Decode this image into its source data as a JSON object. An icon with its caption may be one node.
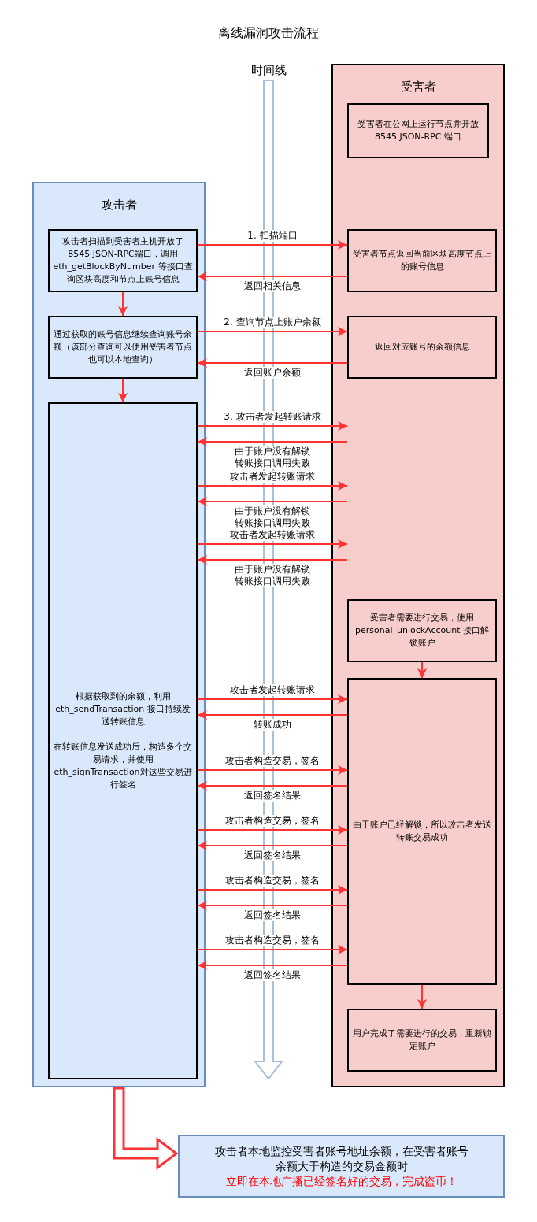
{
  "diagram": {
    "title": "离线漏洞攻击流程",
    "nodes": [
      {
        "text": [
          "攻击者"
        ]
      },
      {
        "text": [
          "受害者"
        ]
      },
      {
        "text": [
          "受害者在公网上运行节点并开放8545 JSON-RPC 端口"
        ],
        "in": 1
      },
      {
        "text": [
          "攻击者扫描到受害者主机开放了8545 JSON-RPC端口，调用 eth_getBlockByNumber 等接口查询区块高度和节点上账号信息"
        ],
        "in": 0
      },
      {
        "text": [
          "受害者节点返回当前区块高度节点上的账号信息"
        ],
        "in": 1
      },
      {
        "text": [
          "通过获取的账号信息继续查询账号余额（该部分查询可以使用受害者节点也可以本地查询）"
        ],
        "in": 0
      },
      {
        "text": [
          "返回对应账号的余额信息"
        ],
        "in": 1
      },
      {
        "text": [
          "根据获取到的余额，利用 eth_sendTransaction 接口持续发送转账信息",
          "在转账信息发送成功后，构造多个交易请求，并使用eth_signTransaction对这些交易进行签名"
        ],
        "in": 0
      },
      {
        "text": [
          "受害者需要进行交易，使用personal_unlockAccount 接口解锁账户"
        ],
        "in": 1
      },
      {
        "text": [
          "由于账户已经解锁，所以攻击者发送转账交易成功"
        ],
        "in": 1
      },
      {
        "text": [
          "用户完成了需要进行的交易，重新锁定账户"
        ],
        "in": 1
      },
      {
        "text": [
          "攻击者本地监控受害者账号地址余额，在受害者账号余额大于构造的交易金额时",
          "立即在本地广播已经签名好的交易，完成盗币！"
        ]
      }
    ],
    "edges": [
      {
        "from": 3,
        "to": 4,
        "arrow": "to",
        "label": "1. 扫描端口"
      },
      {
        "from": 4,
        "to": 3,
        "arrow": "to",
        "label": "返回相关信息"
      },
      {
        "from": 3,
        "to": 5,
        "arrow": "to"
      },
      {
        "from": 5,
        "to": 6,
        "arrow": "to",
        "label": "2. 查询节点上账户余额"
      },
      {
        "from": 6,
        "to": 5,
        "arrow": "to",
        "label": "返回账户余额"
      },
      {
        "from": 5,
        "to": 7,
        "arrow": "to"
      },
      {
        "from": 7,
        "to": 1,
        "arrow": "to",
        "label": "3. 攻击者发起转账请求"
      },
      {
        "from": 1,
        "to": 7,
        "arrow": "to",
        "label": "由于账户没有解锁转账接口调用失败"
      },
      {
        "from": 7,
        "to": 1,
        "arrow": "to",
        "label": "攻击者发起转账请求"
      },
      {
        "from": 1,
        "to": 7,
        "arrow": "to",
        "label": "由于账户没有解锁转账接口调用失败"
      },
      {
        "from": 7,
        "to": 1,
        "arrow": "to",
        "label": "攻击者发起转账请求"
      },
      {
        "from": 1,
        "to": 7,
        "arrow": "to",
        "label": "由于账户没有解锁转账接口调用失败"
      },
      {
        "from": 7,
        "to": 9,
        "arrow": "to",
        "label": "攻击者发起转账请求"
      },
      {
        "from": 9,
        "to": 7,
        "arrow": "to",
        "label": "转账成功"
      },
      {
        "from": 7,
        "to": 9,
        "arrow": "to",
        "label": "攻击者构造交易，签名"
      },
      {
        "from": 9,
        "to": 7,
        "arrow": "to",
        "label": "返回签名结果"
      },
      {
        "from": 7,
        "to": 9,
        "arrow": "to",
        "label": "攻击者构造交易，签名"
      },
      {
        "from": 9,
        "to": 7,
        "arrow": "to",
        "label": "返回签名结果"
      },
      {
        "from": 7,
        "to": 9,
        "arrow": "to",
        "label": "攻击者构造交易，签名"
      },
      {
        "from": 9,
        "to": 7,
        "arrow": "to",
        "label": "返回签名结果"
      },
      {
        "from": 7,
        "to": 9,
        "arrow": "to",
        "label": "攻击者构造交易，签名"
      },
      {
        "from": 9,
        "to": 7,
        "arrow": "to",
        "label": "返回签名结果"
      },
      {
        "from": 8,
        "to": 9,
        "arrow": "to"
      },
      {
        "from": 9,
        "to": 10,
        "arrow": "to"
      },
      {
        "from": 0,
        "to": 11,
        "arrow": "to",
        "style": "thick"
      }
    ],
    "labels": [
      "时间线"
    ]
  }
}
